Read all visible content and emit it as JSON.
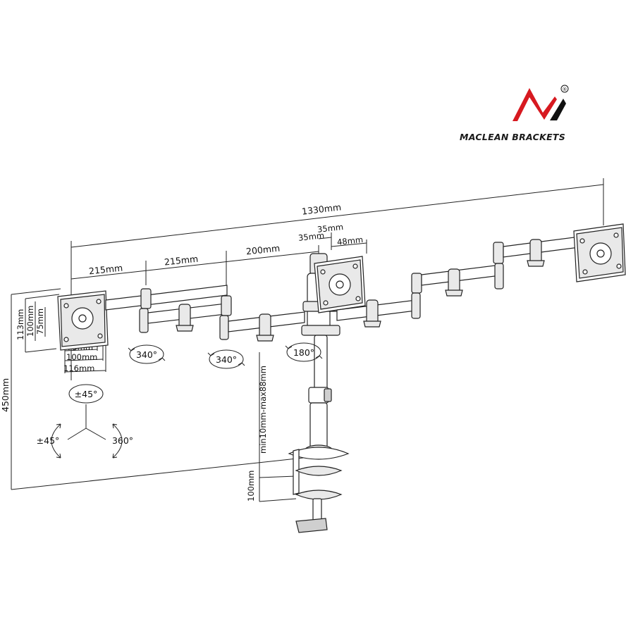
{
  "brand": {
    "name": "MACLEAN BRACKETS",
    "registered_mark": "®",
    "colors": {
      "red": "#d71920",
      "black": "#111111"
    }
  },
  "dimensions": {
    "total_width": "1330mm",
    "arm_1": "215mm",
    "arm_2": "215mm",
    "arm_3": "200mm",
    "pole_offset_top": "35mm",
    "pole_offset_mid": "35mm",
    "plate_depth": "48mm",
    "height_total": "450mm",
    "vesa_v_113": "113mm",
    "vesa_v_100": "100mm",
    "vesa_v_75": "75mm",
    "vesa_h_75": "75mm",
    "vesa_h_100": "100mm",
    "vesa_h_116": "116mm",
    "clamp_range": "min10mm-max88mm",
    "clamp_depth": "100mm"
  },
  "rotations": {
    "arm_left": "340°",
    "arm_mid": "340°",
    "pole": "180°",
    "tilt": "±45°",
    "swivel": "±45°",
    "rotate": "360°"
  }
}
